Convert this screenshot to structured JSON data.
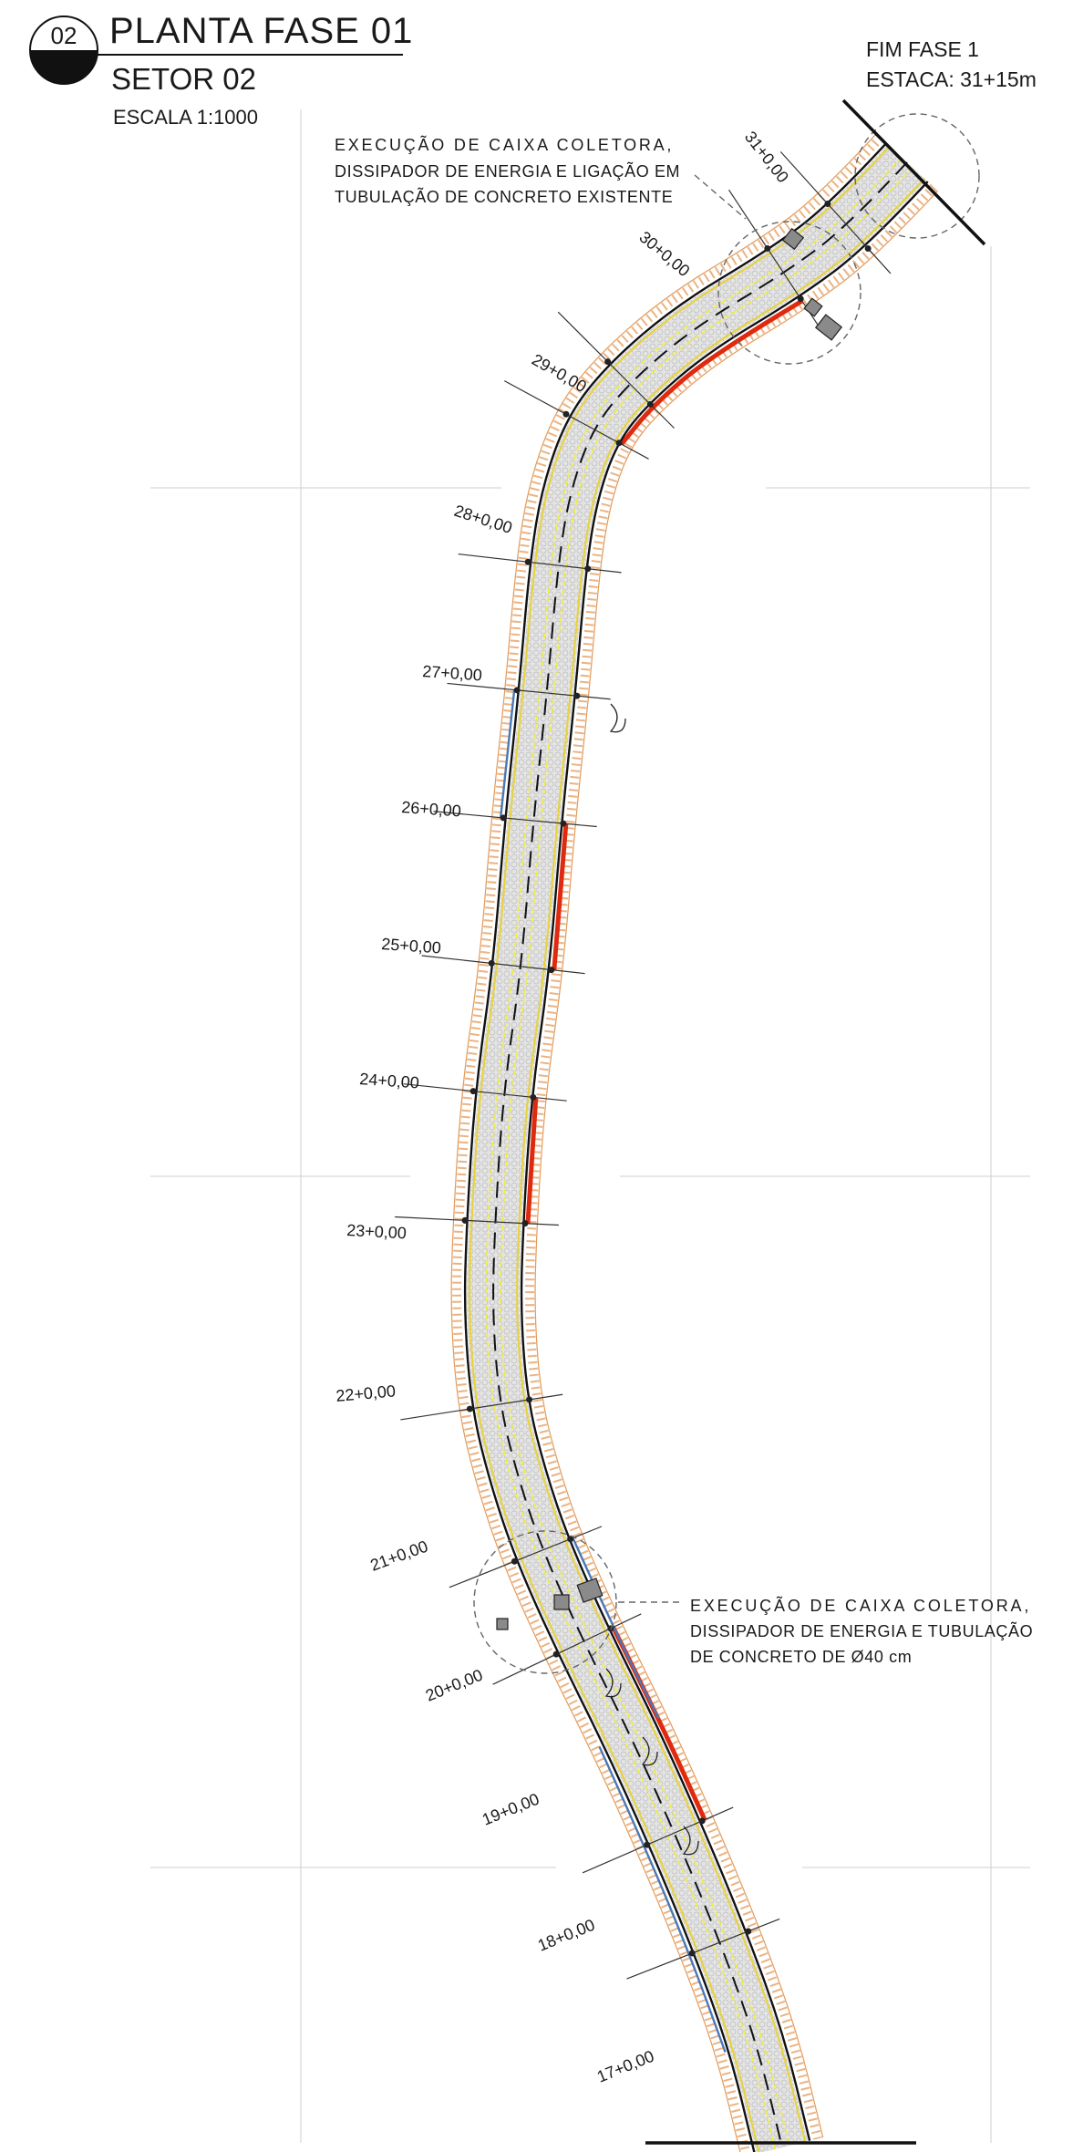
{
  "title_block": {
    "badge_number": "02",
    "title": "PLANTA FASE 01",
    "subtitle": "SETOR 02",
    "scale": "ESCALA 1:1000"
  },
  "end_marker": {
    "line1": "FIM FASE 1",
    "line2": "ESTACA: 31+15m"
  },
  "notes": {
    "top": [
      "EXECUÇÃO DE CAIXA COLETORA,",
      "DISSIPADOR DE ENERGIA E LIGAÇÃO EM",
      "TUBULAÇÃO DE CONCRETO EXISTENTE"
    ],
    "bottom": [
      "EXECUÇÃO DE CAIXA COLETORA,",
      "DISSIPADOR DE ENERGIA E TUBULAÇÃO",
      "DE CONCRETO DE Ø40 cm"
    ]
  },
  "stations": [
    "31+0,00",
    "30+0,00",
    "29+0,00",
    "28+0,00",
    "27+0,00",
    "26+0,00",
    "25+0,00",
    "24+0,00",
    "23+0,00",
    "22+0,00",
    "21+0,00",
    "20+0,00",
    "19+0,00",
    "18+0,00",
    "17+0,00"
  ],
  "colors": {
    "road_fill": "#dcdcdc",
    "paving_pattern": "#bdbdbd",
    "curb_yellow": "#e8d23a",
    "center_yellow": "#f2ee3c",
    "edge_black": "#111111",
    "slope_orange": "#e39a5a",
    "drainage_red": "#e02a10",
    "drainage_blue": "#4a78b8",
    "grid_line": "#c8c8c8"
  }
}
